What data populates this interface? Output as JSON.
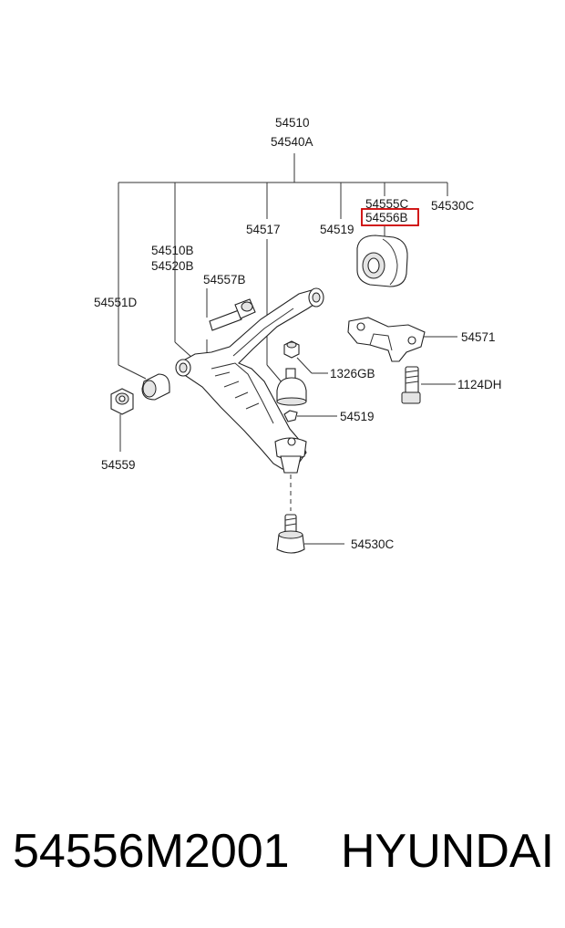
{
  "highlight_color": "#cc0000",
  "labels": {
    "p54510": "54510",
    "p54540a": "54540A",
    "p54555c": "54555C",
    "p54530c_top": "54530C",
    "p54556b": "54556B",
    "p54517": "54517",
    "p54519_top": "54519",
    "p54510b": "54510B",
    "p54520b": "54520B",
    "p54557b": "54557B",
    "p54551d": "54551D",
    "p54571": "54571",
    "p1326gb": "1326GB",
    "p1124dh": "1124DH",
    "p54519_low": "54519",
    "p54559": "54559",
    "p54530c_low": "54530C"
  },
  "caption": {
    "part_number": "54556M2001",
    "brand": "HYUNDAI"
  }
}
